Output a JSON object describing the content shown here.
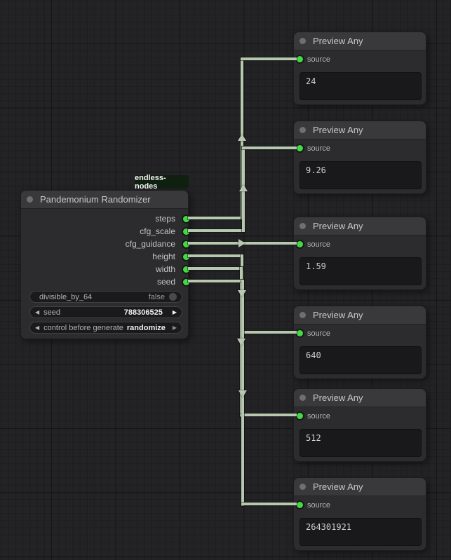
{
  "badge": {
    "label": "endless-nodes"
  },
  "icons": {
    "left_arrow": "◀",
    "right_arrow": "▶"
  },
  "main_node": {
    "title": "Pandemonium Randomizer",
    "outputs": [
      {
        "label": "steps"
      },
      {
        "label": "cfg_scale"
      },
      {
        "label": "cfg_guidance"
      },
      {
        "label": "height"
      },
      {
        "label": "width"
      },
      {
        "label": "seed"
      }
    ],
    "widgets": {
      "divisible_by_64": {
        "label": "divisible_by_64",
        "value": "false"
      },
      "seed": {
        "label": "seed",
        "value": "788306525"
      },
      "control_before_generate": {
        "label": "control before generate",
        "value": "randomize"
      }
    }
  },
  "preview_nodes": [
    {
      "title": "Preview Any",
      "input_label": "source",
      "value": "24"
    },
    {
      "title": "Preview Any",
      "input_label": "source",
      "value": "9.26"
    },
    {
      "title": "Preview Any",
      "input_label": "source",
      "value": "1.59"
    },
    {
      "title": "Preview Any",
      "input_label": "source",
      "value": "640"
    },
    {
      "title": "Preview Any",
      "input_label": "source",
      "value": "512"
    },
    {
      "title": "Preview Any",
      "input_label": "source",
      "value": "264301921"
    }
  ],
  "connections": [
    {
      "from": "steps",
      "to_preview": 0
    },
    {
      "from": "cfg_scale",
      "to_preview": 1
    },
    {
      "from": "cfg_guidance",
      "to_preview": 2
    },
    {
      "from": "height",
      "to_preview": 3
    },
    {
      "from": "width",
      "to_preview": 4
    },
    {
      "from": "seed",
      "to_preview": 5
    }
  ],
  "colors": {
    "slot_green": "#42da42",
    "wire": "#b7c7b0",
    "node_title_bg": "#39393c",
    "node_body_bg": "#2c2c2f",
    "badge_bg": "#0f2010",
    "canvas_bg": "#232325"
  }
}
